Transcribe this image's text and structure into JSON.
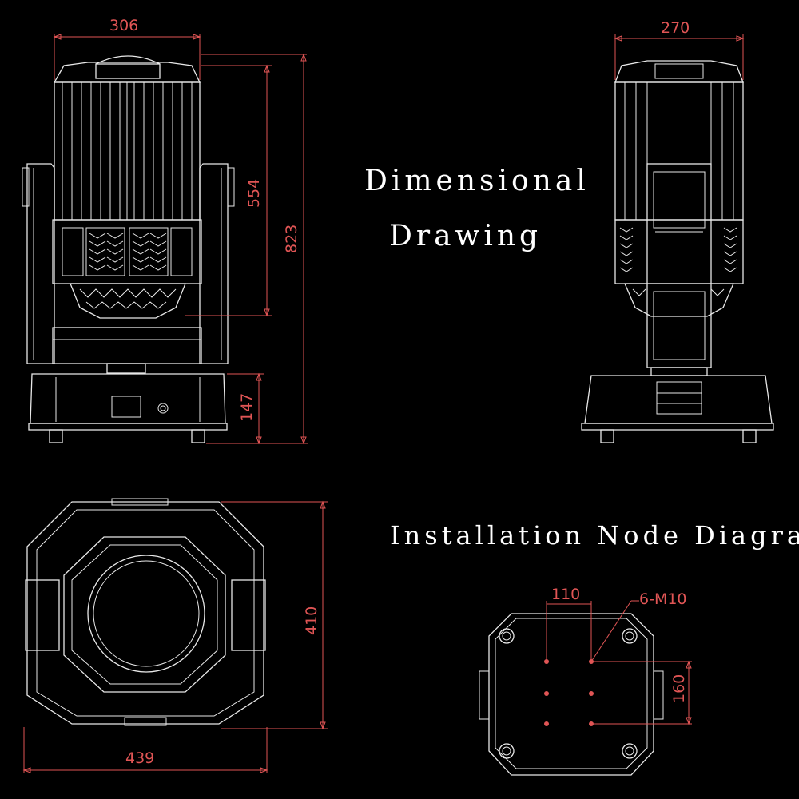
{
  "titles": {
    "dimensional_line1": "Dimensional",
    "dimensional_line2": "Drawing",
    "installation": "Installation Node Diagram"
  },
  "dimensions": {
    "front_width": "306",
    "head_height": "554",
    "total_height": "823",
    "base_height": "147",
    "side_width": "270",
    "bottom_height": "410",
    "bottom_width": "439",
    "hole_spacing_x": "110",
    "hole_spacing_y": "160",
    "mount_holes": "6-M10"
  },
  "colors": {
    "background": "#000000",
    "outline": "#e8e8e8",
    "dimension": "#e05555",
    "title": "#ffffff"
  }
}
